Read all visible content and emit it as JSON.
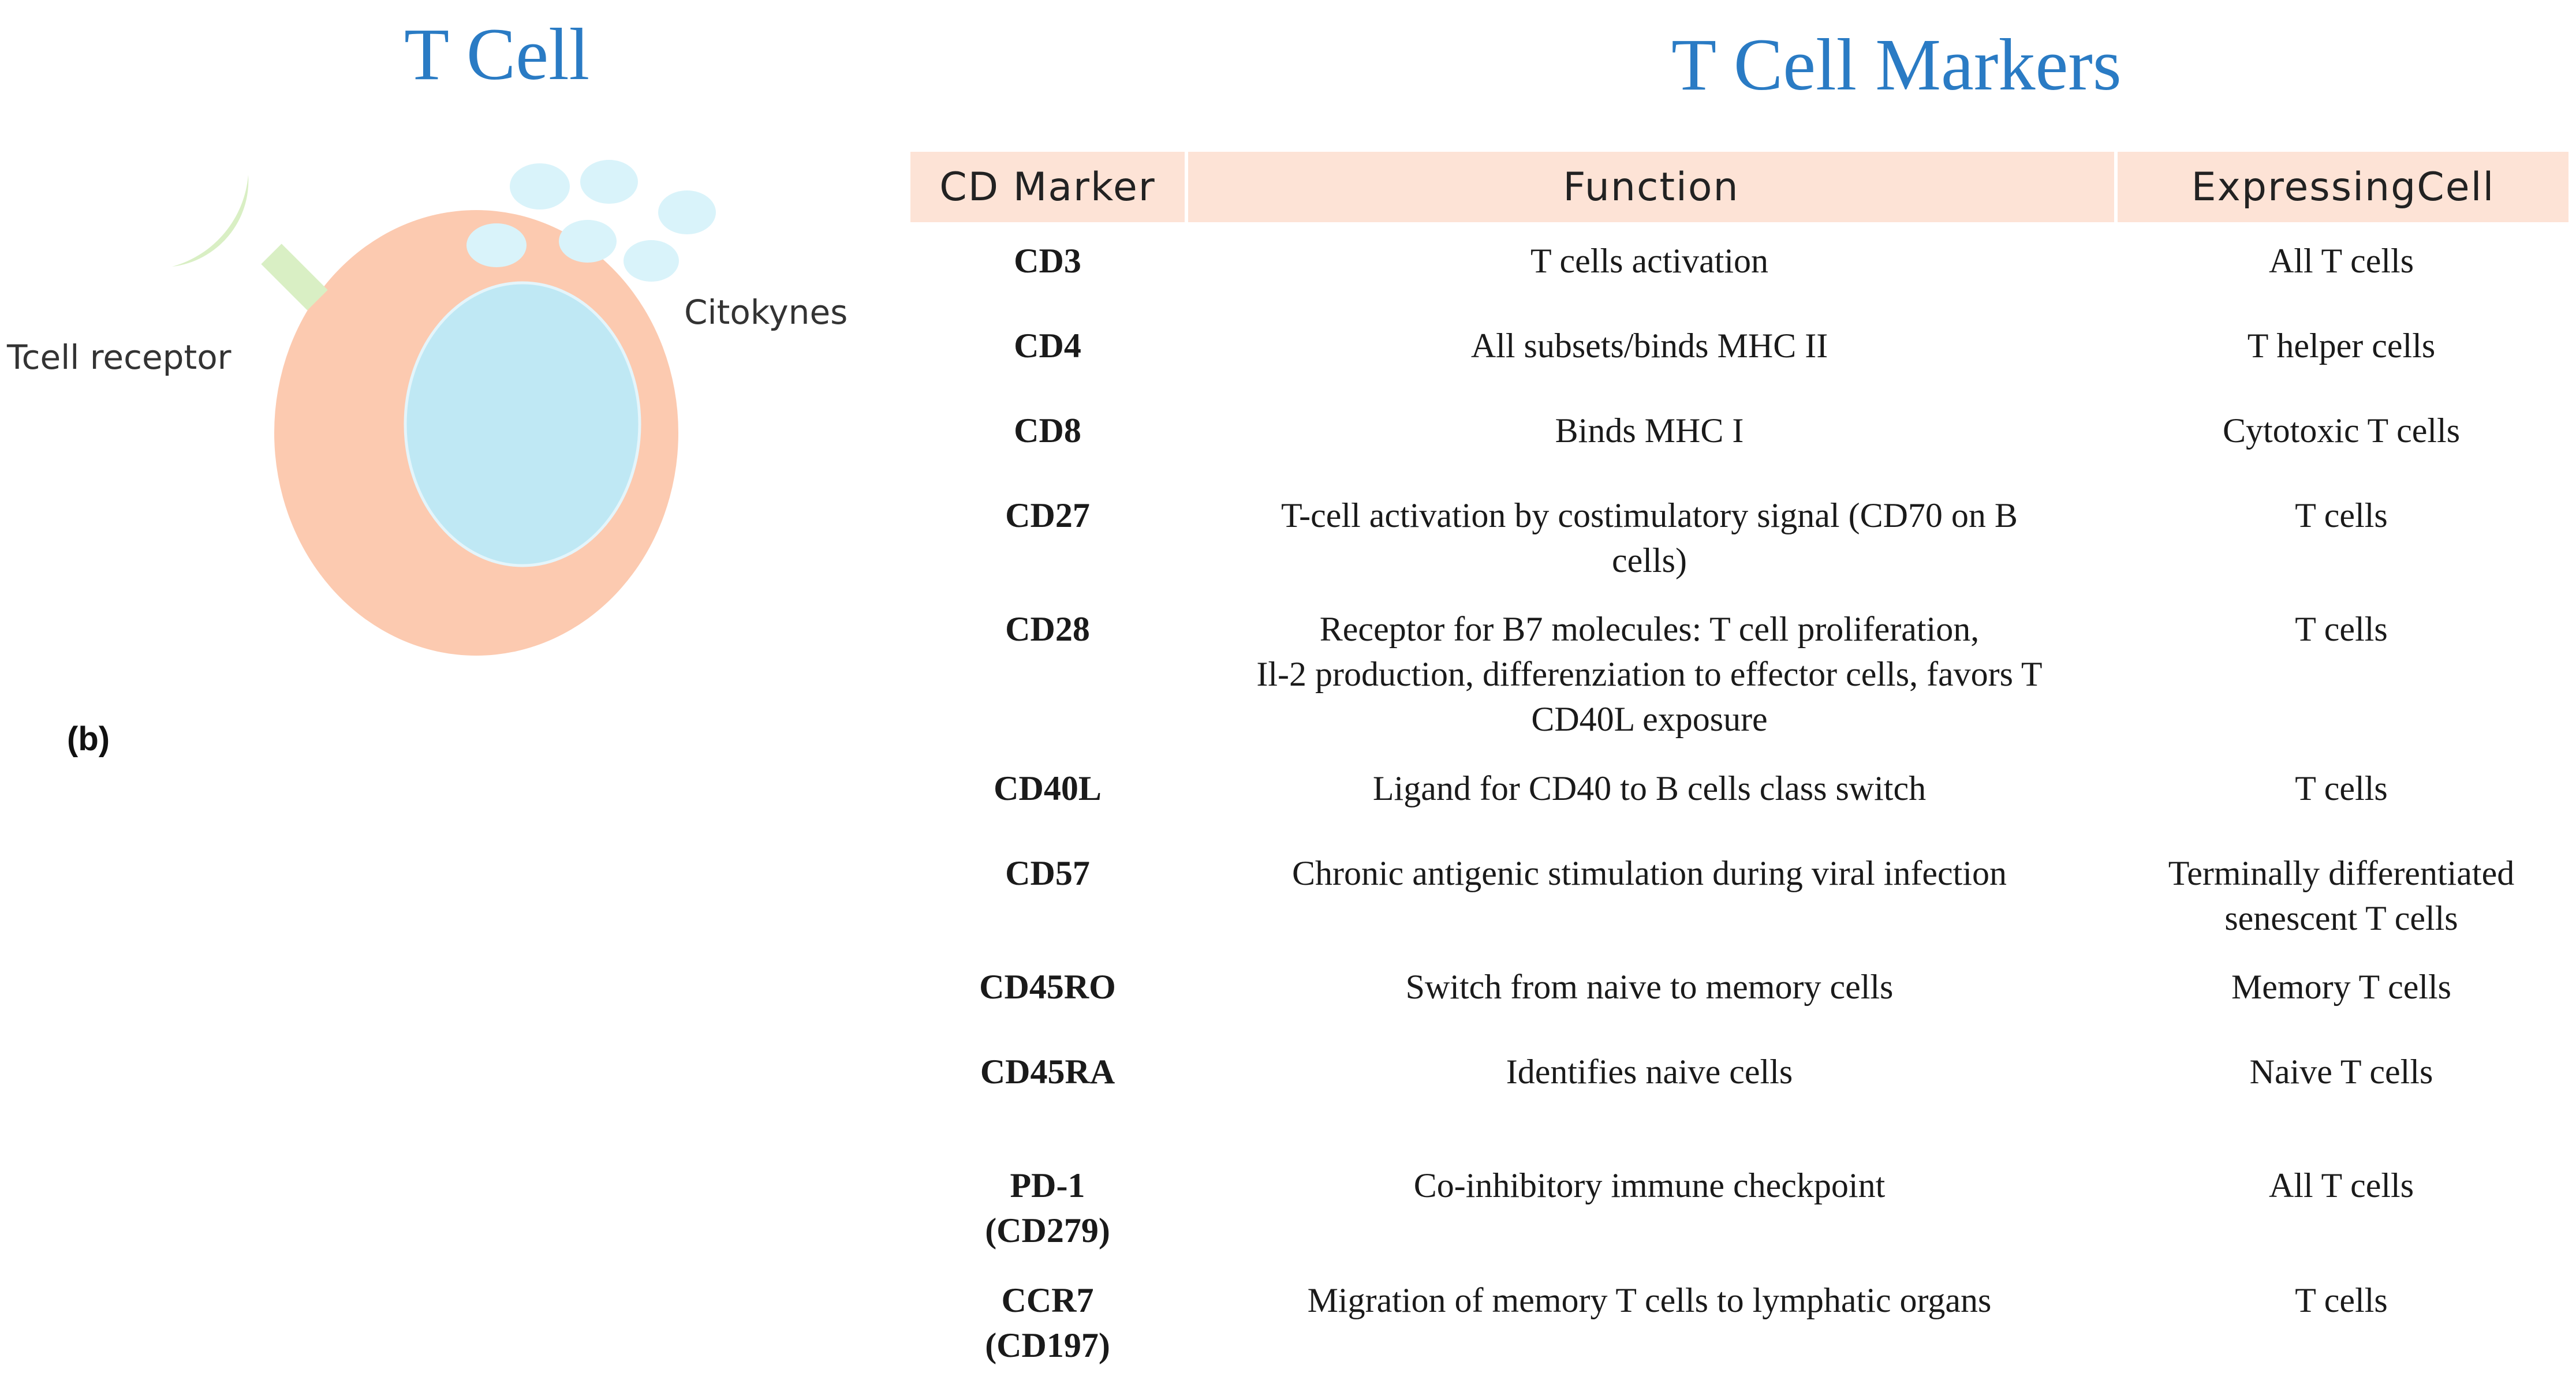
{
  "left_panel": {
    "title": "T Cell",
    "receptor_label": "Tcell receptor",
    "cytokines_label": "Citokynes",
    "panel_label": "(b)"
  },
  "right_panel": {
    "title": "T Cell Markers"
  },
  "table": {
    "headers": [
      "CD Marker",
      "Function",
      "ExpressingCell"
    ],
    "rows": [
      {
        "marker": [
          "CD3"
        ],
        "function": [
          "T cells activation"
        ],
        "cells": [
          "All T cells"
        ]
      },
      {
        "marker": [
          "CD4"
        ],
        "function": [
          "All subsets/binds MHC II"
        ],
        "cells": [
          "T helper cells"
        ]
      },
      {
        "marker": [
          "CD8"
        ],
        "function": [
          "Binds MHC I"
        ],
        "cells": [
          "Cytotoxic  T cells"
        ]
      },
      {
        "marker": [
          "CD27"
        ],
        "function": [
          "T-cell activation by costimulatory signal (CD70 on B",
          "cells)"
        ],
        "cells": [
          "T cells"
        ]
      },
      {
        "marker": [
          "CD28"
        ],
        "function": [
          "Receptor for B7 molecules: T cell proliferation,",
          "Il-2 production, differenziation to effector cells, favors T",
          "CD40L exposure"
        ],
        "cells": [
          "T cells"
        ]
      },
      {
        "marker": [
          "CD40L"
        ],
        "function": [
          "Ligand  for CD40 to B  cells class switch"
        ],
        "cells": [
          "T cells"
        ]
      },
      {
        "marker": [
          "CD57"
        ],
        "function": [
          "Chronic antigenic stimulation during viral infection"
        ],
        "cells": [
          "Terminally differentiated",
          "senescent T cells"
        ]
      },
      {
        "marker": [
          "CD45RO"
        ],
        "function": [
          "Switch from naive to memory  cells"
        ],
        "cells": [
          "Memory  T  cells"
        ]
      },
      {
        "marker": [
          "CD45RA"
        ],
        "function": [
          "Identifies naive cells"
        ],
        "cells": [
          "Naive T cells"
        ]
      },
      {
        "marker": [
          "PD-1",
          "(CD279)"
        ],
        "function": [
          "Co-inhibitory immune checkpoint"
        ],
        "cells": [
          "All T cells"
        ]
      },
      {
        "marker": [
          "CCR7",
          "(CD197)"
        ],
        "function": [
          "Migration of memory T cells to lymphatic organs"
        ],
        "cells": [
          "T cells"
        ]
      }
    ]
  },
  "colors": {
    "title_blue": "#2a7bc4",
    "header_fill": "#fde3d6",
    "cell_body": "#fccab0",
    "nucleus": "#bfe8f4",
    "receptor": "#d9efc4",
    "cytokine": "#d9f3fa"
  }
}
